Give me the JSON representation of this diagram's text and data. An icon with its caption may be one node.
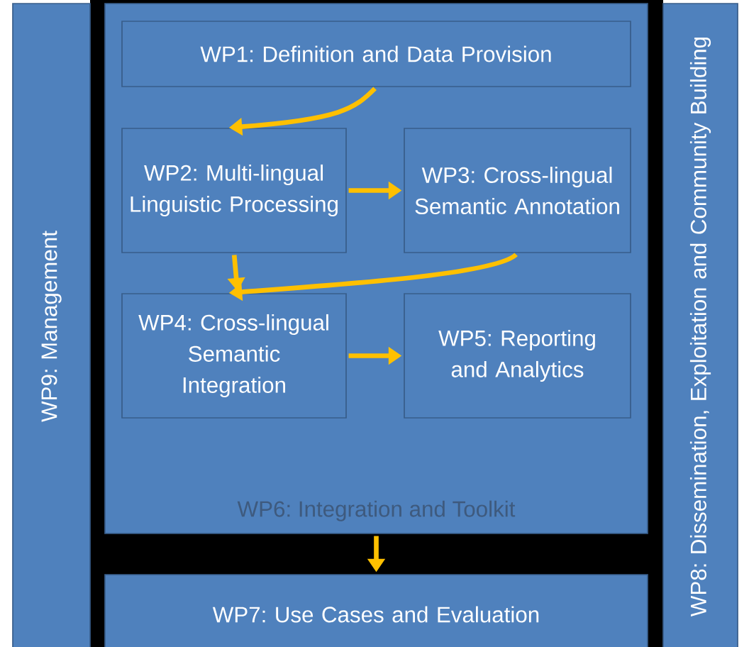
{
  "diagram": {
    "nodes": [
      {
        "text": [
          "WP9: Management"
        ]
      },
      {
        "text": [
          "WP6: Integration and Toolkit"
        ]
      },
      {
        "text": [
          "WP1: Definition and Data Provision"
        ],
        "in": 1
      },
      {
        "text": [
          "WP2: Multi-lingual Linguistic Processing"
        ],
        "in": 1
      },
      {
        "text": [
          "WP3: Cross-lingual Semantic Annotation"
        ],
        "in": 1
      },
      {
        "text": [
          "WP4: Cross-lingual Semantic Integration"
        ],
        "in": 1
      },
      {
        "text": [
          "WP5: Reporting and Analytics"
        ],
        "in": 1
      },
      {
        "text": [
          "WP7: Use Cases and Evaluation"
        ]
      },
      {
        "text": [
          "WP8: Dissemination, Exploitation and Community Building"
        ]
      }
    ],
    "edges": [
      {
        "from": 2,
        "to": 3,
        "arrow": "to"
      },
      {
        "from": 3,
        "to": 4,
        "arrow": "to"
      },
      {
        "from": 3,
        "to": 5,
        "arrow": "to"
      },
      {
        "from": 4,
        "to": 5,
        "arrow": "to"
      },
      {
        "from": 5,
        "to": 6,
        "arrow": "to"
      },
      {
        "from": 1,
        "to": 7,
        "arrow": "to"
      }
    ]
  }
}
